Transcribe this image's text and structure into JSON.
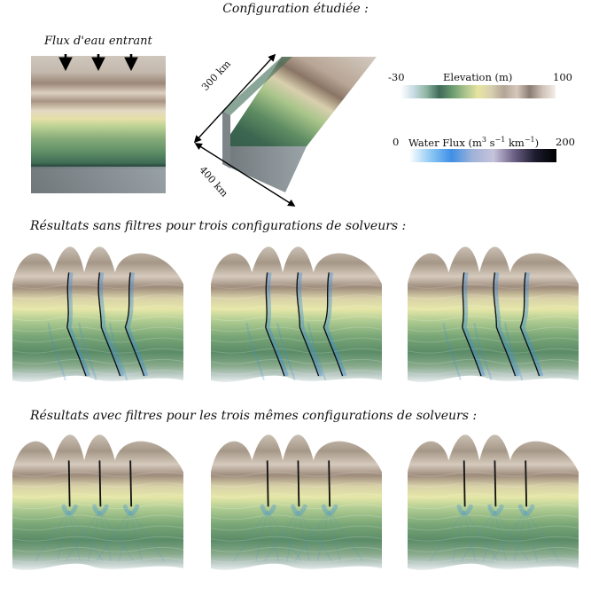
{
  "title": "Configuration étudiée :",
  "inflow_label": "Flux d'eau entrant",
  "dimensions": {
    "length": "300 km",
    "width": "400 km"
  },
  "colorbars": {
    "elevation": {
      "label": "Elevation (m)",
      "min": "-30",
      "max": "100",
      "colors": [
        "#ffffff",
        "#c9dde5",
        "#8fb4a2",
        "#3f6a5a",
        "#6a9a6e",
        "#aac48e",
        "#e6e4a0",
        "#d8d0b0",
        "#b2a597",
        "#d7c8bb",
        "#8a7c72",
        "#cfc3b8",
        "#f4efe9"
      ]
    },
    "water_flux": {
      "label_prefix": "Water Flux (m",
      "label_suffix": ")",
      "sup1": "3",
      "mid1": " s",
      "sup2": "−1",
      "mid2": " km",
      "sup3": "−1",
      "min": "0",
      "max": "200",
      "colors": [
        "#ffffff",
        "#8ec9f4",
        "#3f8fe6",
        "#9fb2d8",
        "#c7c3dc",
        "#6b5f84",
        "#1b1b2e",
        "#000000"
      ]
    }
  },
  "section_no_filter": "Résultats sans filtres pour trois configurations de solveurs :",
  "section_filter": "Résultats avec filtres pour les trois mêmes configurations de solveurs :",
  "colors": {
    "river": "#111111",
    "water": "#3d8fdb",
    "ridge": "#b4a89a",
    "plain": "#6b9b70"
  }
}
